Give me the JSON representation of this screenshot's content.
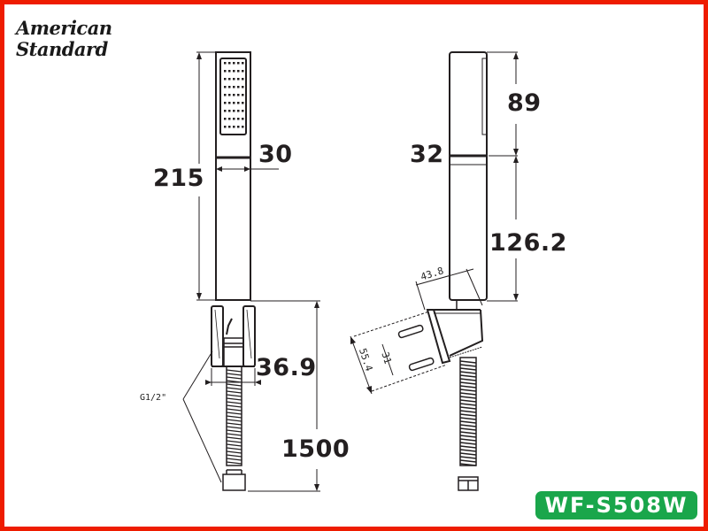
{
  "brand": {
    "line1": "American",
    "line2": "Standard"
  },
  "model": "WF-S508W",
  "colors": {
    "frame_border": "#ee1c00",
    "badge_background": "#1aa64b",
    "badge_text": "#ffffff",
    "line": "#231f20"
  },
  "front_view": {
    "dimensions": {
      "total_height": "215",
      "head_width": "30",
      "holder_width": "36.9",
      "hose_length": "1500"
    },
    "thread_label": "G1/2\""
  },
  "side_view": {
    "dimensions": {
      "head_length": "89",
      "thickness": "32",
      "handle_length": "126.2",
      "bracket_depth": "43.8",
      "bracket_height": "55.4",
      "screw_spacing": "31"
    }
  }
}
